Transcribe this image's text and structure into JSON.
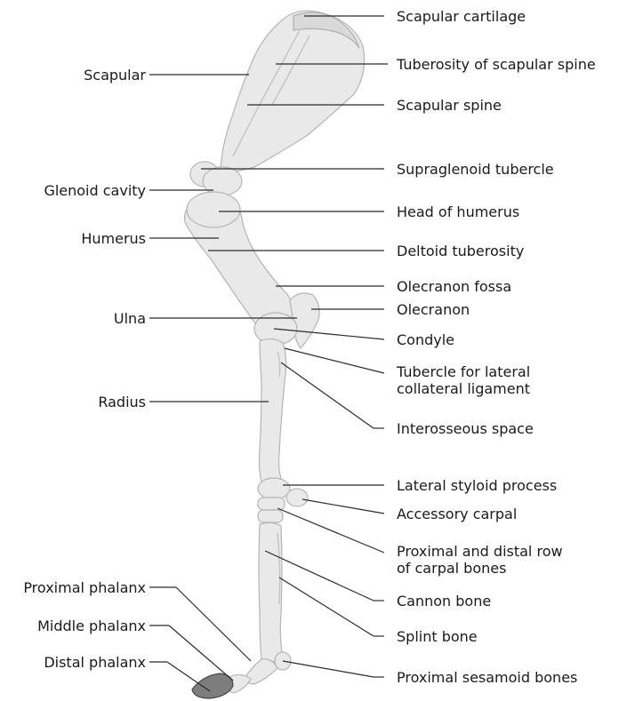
{
  "labels_right": {
    "scapular_cartilage": "Scapular cartilage",
    "tuberosity_of_scapular_spine": "Tuberosity of scapular spine",
    "scapular_spine": "Scapular spine",
    "supraglenoid_tubercle": "Supraglenoid tubercle",
    "head_of_humerus": "Head of humerus",
    "deltoid_tuberosity": "Deltoid tuberosity",
    "olecranon_fossa": "Olecranon fossa",
    "olecranon": "Olecranon",
    "condyle": "Condyle",
    "tubercle_lateral_line1": "Tubercle for lateral",
    "tubercle_lateral_line2": "collateral ligament",
    "interosseous_space": "Interosseous space",
    "lateral_styloid_process": "Lateral styloid process",
    "accessory_carpal": "Accessory carpal",
    "carpal_rows_line1": "Proximal and distal row",
    "carpal_rows_line2": "of carpal bones",
    "cannon_bone": "Cannon bone",
    "splint_bone": "Splint bone",
    "proximal_sesamoid_bones": "Proximal sesamoid bones"
  },
  "labels_left": {
    "scapular": "Scapular",
    "glenoid_cavity": "Glenoid cavity",
    "humerus": "Humerus",
    "ulna": "Ulna",
    "radius": "Radius",
    "proximal_phalanx": "Proximal phalanx",
    "middle_phalanx": "Middle phalanx",
    "distal_phalanx": "Distal phalanx"
  }
}
